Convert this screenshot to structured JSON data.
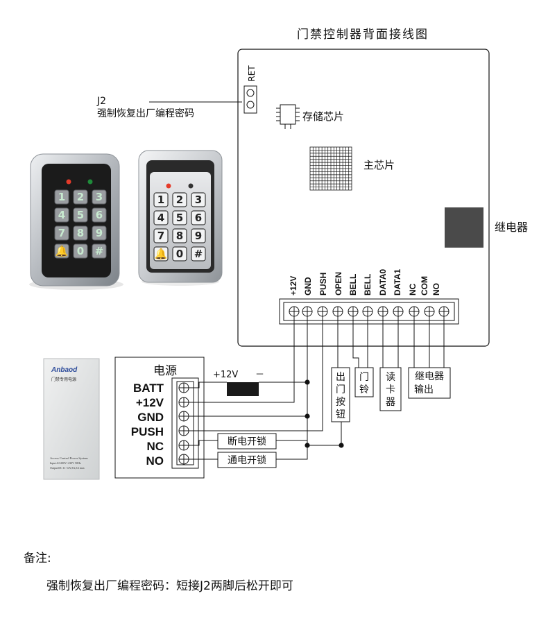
{
  "title": "门禁控制器背面接线图",
  "jumper": {
    "label": "RET",
    "callout_line1": "J2",
    "callout_line2": "强制恢复出厂编程密码"
  },
  "chips": {
    "memory": "存储芯片",
    "main": "主芯片",
    "relay": "继电器"
  },
  "terminals": [
    "+12V",
    "GND",
    "PUSH",
    "OPEN",
    "BELL",
    "BELL",
    "DATA0",
    "DATA1",
    "NC",
    "COM",
    "NO"
  ],
  "power_supply": {
    "title": "电源",
    "rows": [
      "BATT",
      "+12V",
      "GND",
      "PUSH",
      "NC",
      "NO"
    ],
    "battery_plus": "+12V",
    "battery_minus": "－",
    "lock_fail_secure": "断电开锁",
    "lock_fail_safe": "通电开锁"
  },
  "devices": {
    "exit_button": [
      "出",
      "门",
      "按",
      "钮"
    ],
    "doorbell": [
      "门",
      "铃"
    ],
    "card_reader": [
      "读",
      "卡",
      "器"
    ],
    "relay_output": [
      "继电器",
      "输出"
    ]
  },
  "psu_product": {
    "brand": "Anbaod",
    "name": "门禁专用电源",
    "spec1": "Access Control Power System",
    "spec2": "Input:AC200V~230V 50Hz",
    "spec3": "Output:DC 11-14V,3A,5A max"
  },
  "keypad_keys": [
    "1",
    "2",
    "3",
    "4",
    "5",
    "6",
    "7",
    "8",
    "9",
    "🔔",
    "0",
    "#"
  ],
  "notes": {
    "heading": "备注:",
    "text": "强制恢复出厂编程密码：短接J2两脚后松开即可"
  },
  "colors": {
    "ink": "#111111",
    "relay": "#4a4a4a",
    "battery": "#1a1a1a",
    "led_red": "#e53b2a",
    "led_green": "#1f8a3a",
    "keypad_face_dark": "#1b1b1b",
    "key_glow": "#c8ead0"
  }
}
